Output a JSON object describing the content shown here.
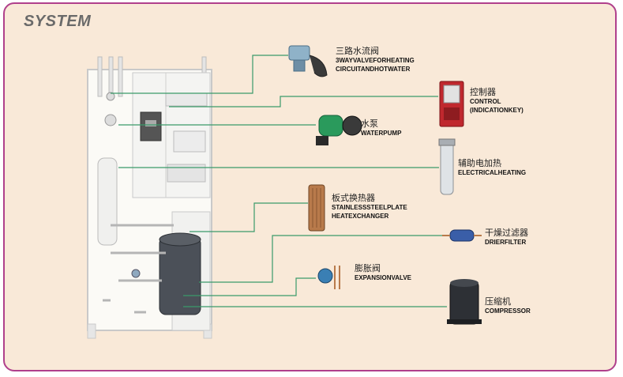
{
  "title": "SYSTEM",
  "components": [
    {
      "id": "three-way-valve",
      "label_cn": "三路水流阀",
      "label_en_lines": [
        "3WAYVALVEFORHEATING",
        "CIRCUITANDHOTWATER"
      ],
      "icon": "three-way-valve-icon"
    },
    {
      "id": "control",
      "label_cn": "控制器",
      "label_en_lines": [
        "CONTROL",
        "(INDICATIONKEY)"
      ],
      "icon": "controller-icon"
    },
    {
      "id": "water-pump",
      "label_cn": "水泵",
      "label_en_lines": [
        "WATERPUMP"
      ],
      "icon": "water-pump-icon"
    },
    {
      "id": "electrical-heating",
      "label_cn": "辅助电加热",
      "label_en_lines": [
        "ELECTRICALHEATING"
      ],
      "icon": "electric-heater-icon"
    },
    {
      "id": "heat-exchanger",
      "label_cn": "板式换热器",
      "label_en_lines": [
        "STAINLESSSTEELPLATE",
        "HEATEXCHANGER"
      ],
      "icon": "plate-heat-exchanger-icon"
    },
    {
      "id": "drier-filter",
      "label_cn": "干燥过滤器",
      "label_en_lines": [
        "DRIERFILTER"
      ],
      "icon": "drier-filter-icon"
    },
    {
      "id": "expansion-valve",
      "label_cn": "膨胀阀",
      "label_en_lines": [
        "EXPANSIONVALVE"
      ],
      "icon": "expansion-valve-icon"
    },
    {
      "id": "compressor",
      "label_cn": "压缩机",
      "label_en_lines": [
        "COMPRESSOR"
      ],
      "icon": "compressor-icon"
    }
  ],
  "colors": {
    "frame_border": "#b0408c",
    "background": "#f9e9d8",
    "leader_line": "#3b9a6a",
    "unit_outline": "#c8c8c8",
    "controller_red": "#c0282e",
    "pump_green": "#2a9a5c"
  }
}
